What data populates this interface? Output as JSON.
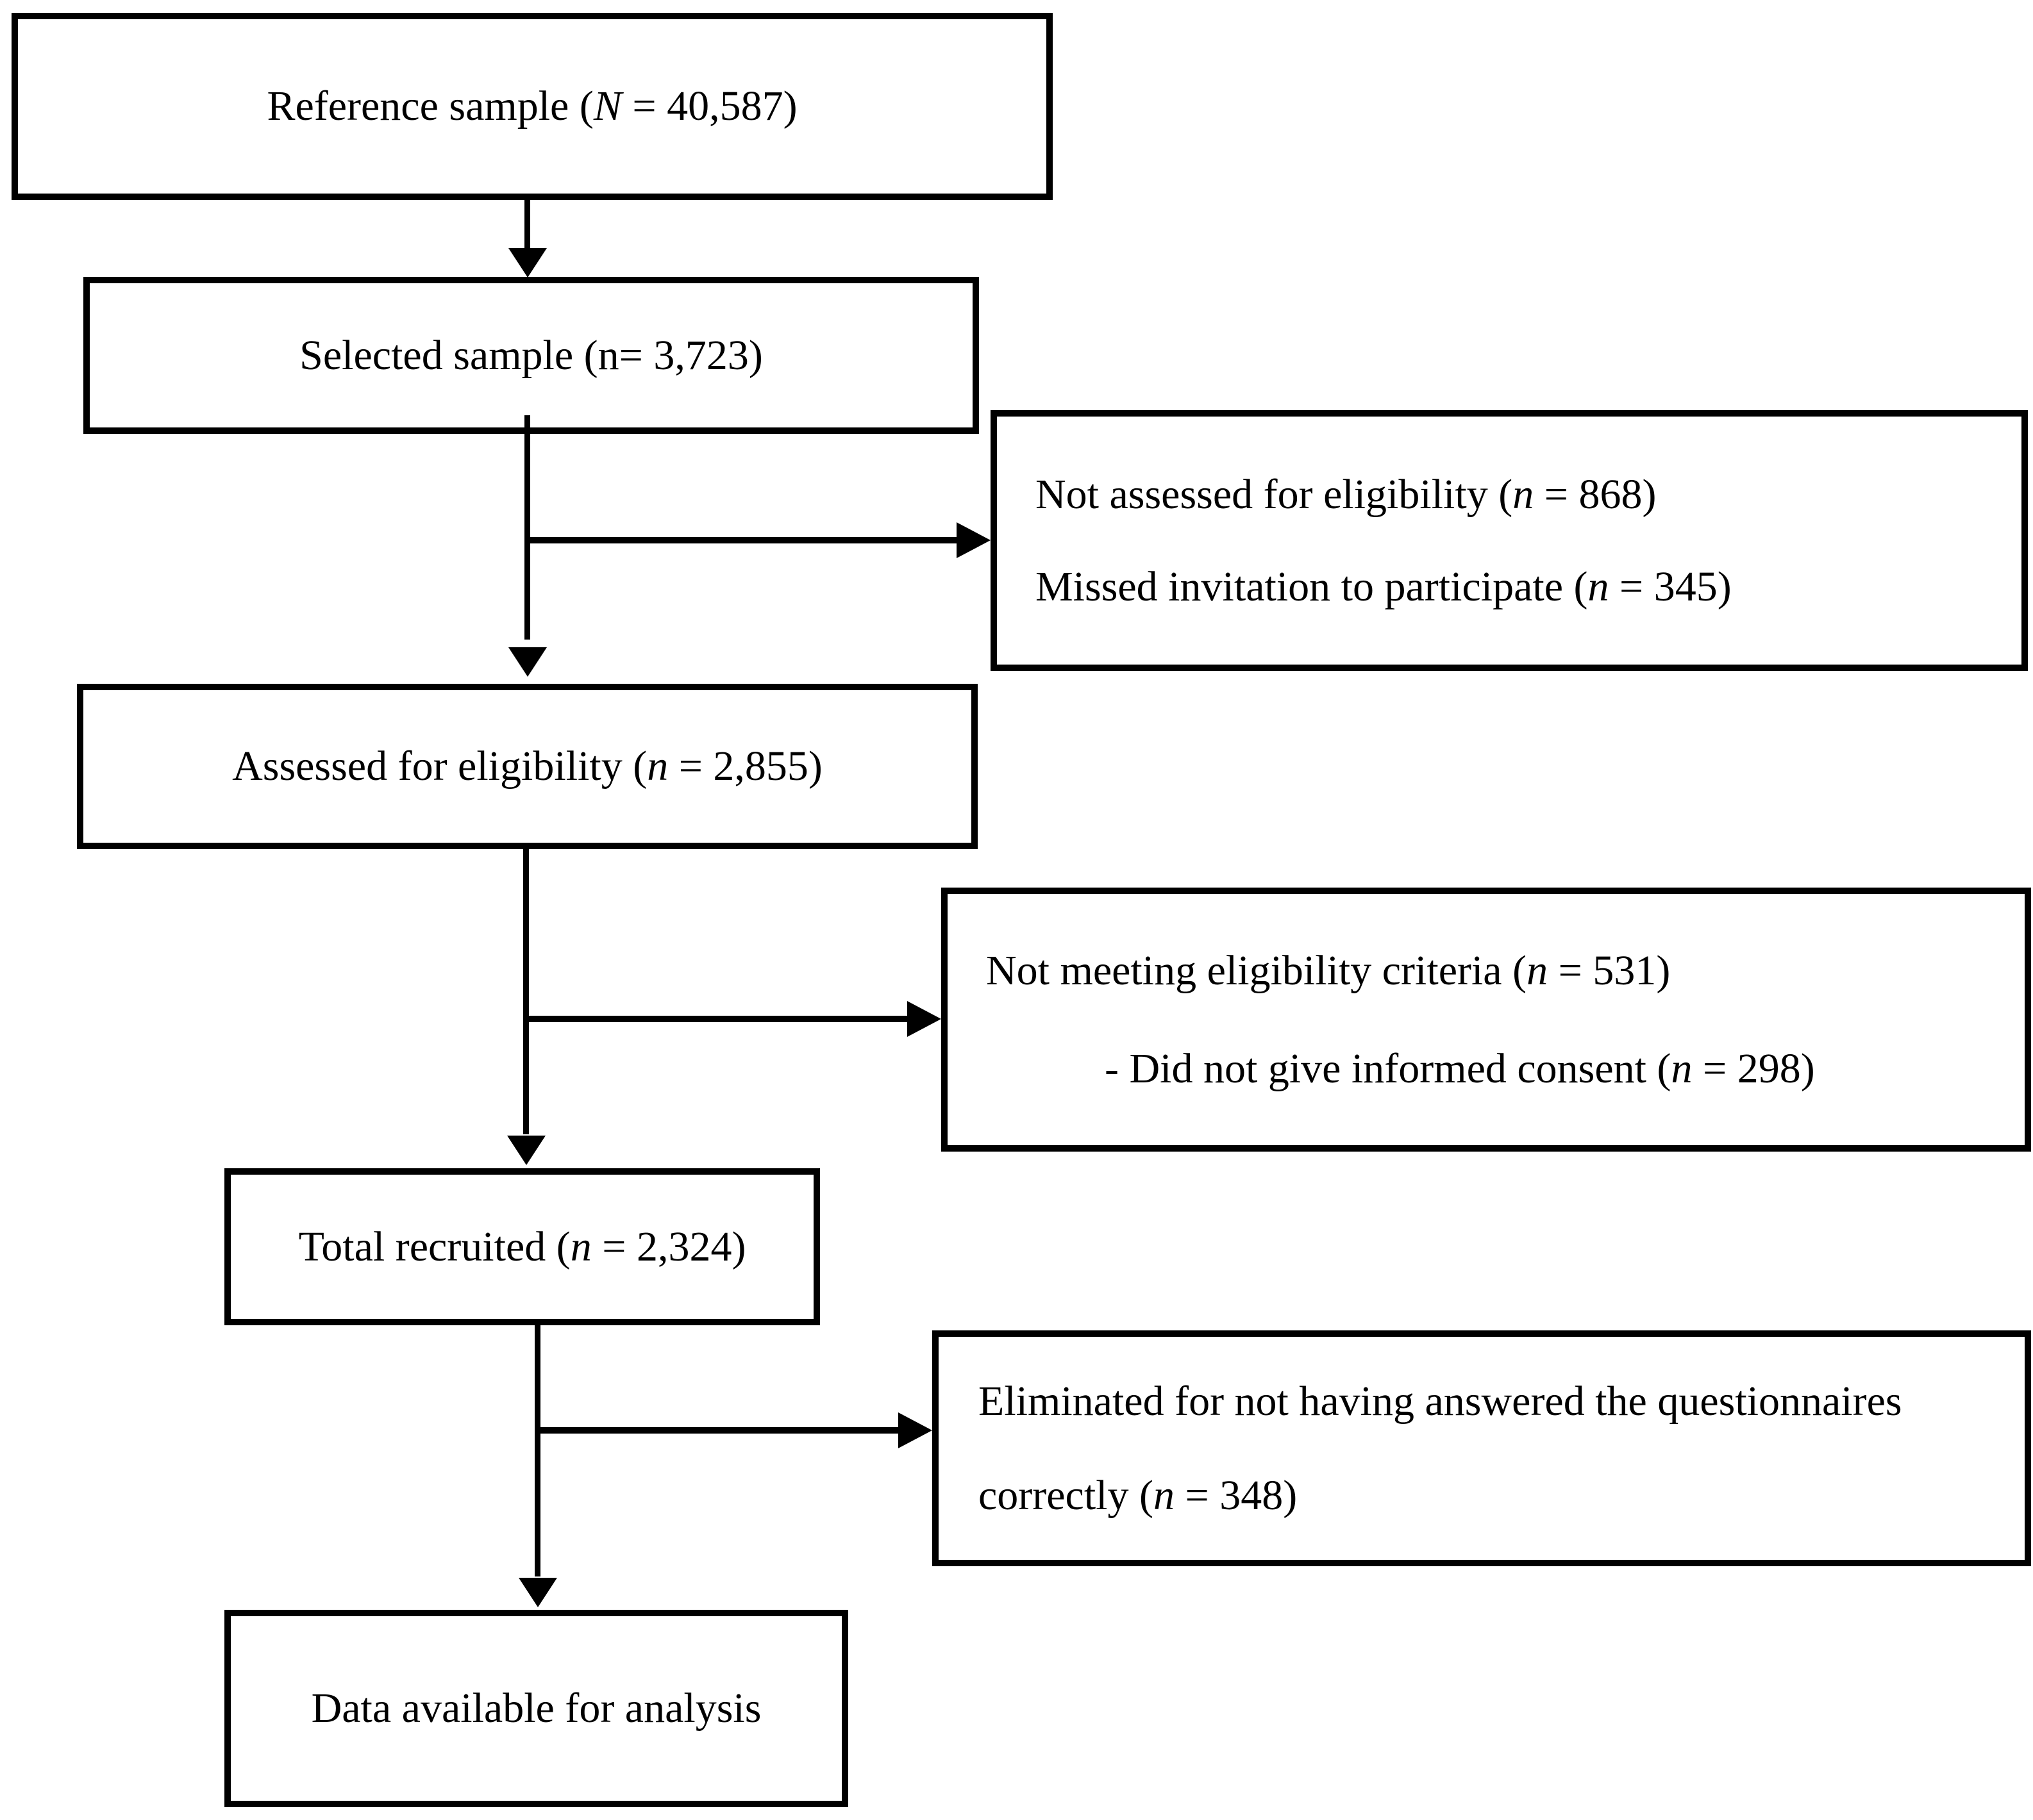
{
  "colors": {
    "background": "#ffffff",
    "line": "#000000",
    "text": "#000000"
  },
  "nodes": {
    "reference": {
      "pre": "Reference sample (",
      "var": "N",
      "post": " = 40,587)"
    },
    "selected": {
      "pre": "Selected sample (n= 3,723)",
      "var": "",
      "post": ""
    },
    "not_assessed": {
      "line1": {
        "pre": "Not assessed for eligibility (",
        "var": "n",
        "post": " = 868)"
      },
      "line2": {
        "pre": "Missed invitation to participate (",
        "var": "n",
        "post": " = 345)"
      }
    },
    "assessed": {
      "pre": "Assessed for eligibility (",
      "var": "n",
      "post": " = 2,855)"
    },
    "not_meeting": {
      "line1": {
        "pre": "Not meeting eligibility criteria (",
        "var": "n",
        "post": " = 531)"
      },
      "line2": {
        "pre": "- Did not give informed consent (",
        "var": "n",
        "post": " = 298)"
      }
    },
    "recruited": {
      "pre": "Total recruited (",
      "var": "n",
      "post": " = 2,324)"
    },
    "eliminated": {
      "line1": {
        "pre": "Eliminated for not having answered the questionnaires",
        "var": "",
        "post": ""
      },
      "line2": {
        "pre": "correctly (",
        "var": "n",
        "post": " = 348)"
      }
    },
    "available": {
      "pre": "Data available for analysis",
      "var": "",
      "post": ""
    }
  }
}
